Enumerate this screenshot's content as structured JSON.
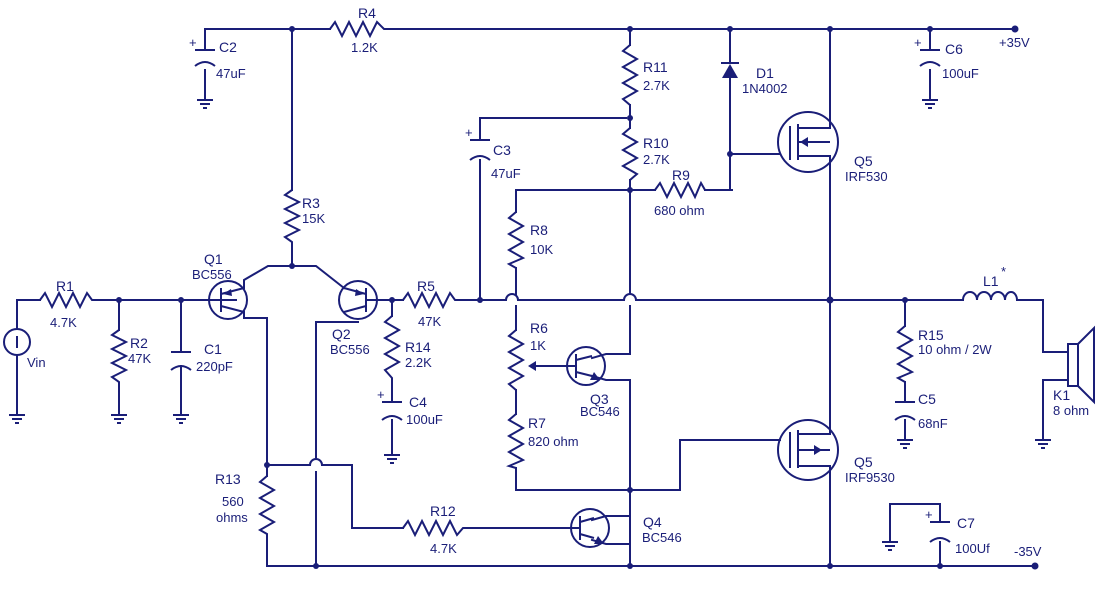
{
  "components": {
    "R1": {
      "name": "R1",
      "value": "4.7K"
    },
    "R2": {
      "name": "R2",
      "value": "47K"
    },
    "C1": {
      "name": "C1",
      "value": "220pF"
    },
    "Q1": {
      "name": "Q1",
      "value": "BC556"
    },
    "R3": {
      "name": "R3",
      "value": "15K"
    },
    "R4": {
      "name": "R4",
      "value": "1.2K"
    },
    "C2": {
      "name": "C2",
      "value": "47uF"
    },
    "Q2": {
      "name": "Q2",
      "value": "BC556"
    },
    "R5": {
      "name": "R5",
      "value": "47K"
    },
    "R14": {
      "name": "R14",
      "value": "2.2K"
    },
    "C4": {
      "name": "C4",
      "value": "100uF"
    },
    "R13": {
      "name": "R13",
      "value": "560",
      "value2": "ohms"
    },
    "R12": {
      "name": "R12",
      "value": "4.7K"
    },
    "C3": {
      "name": "C3",
      "value": "47uF"
    },
    "R8": {
      "name": "R8",
      "value": "10K"
    },
    "R6": {
      "name": "R6",
      "value": "1K"
    },
    "R7": {
      "name": "R7",
      "value": "820 ohm"
    },
    "R11": {
      "name": "R11",
      "value": "2.7K"
    },
    "R10": {
      "name": "R10",
      "value": "2.7K"
    },
    "R9": {
      "name": "R9",
      "value": "680 ohm"
    },
    "D1": {
      "name": "D1",
      "value": "1N4002"
    },
    "Q3": {
      "name": "Q3",
      "value": "BC546"
    },
    "Q4": {
      "name": "Q4",
      "value": "BC546"
    },
    "Q5_top": {
      "name": "Q5",
      "value": "IRF530"
    },
    "Q5_bottom": {
      "name": "Q5",
      "value": "IRF9530"
    },
    "C6": {
      "name": "C6",
      "value": "100uF"
    },
    "C7": {
      "name": "C7",
      "value": "100Uf"
    },
    "R15": {
      "name": "R15",
      "value": "10 ohm / 2W"
    },
    "C5": {
      "name": "C5",
      "value": "68nF"
    },
    "L1": {
      "name": "L1",
      "mark": "*"
    },
    "K1": {
      "name": "K1",
      "value": "8 ohm"
    }
  },
  "rails": {
    "positive": "+35V",
    "negative": "-35V"
  },
  "input": {
    "label": "Vin"
  },
  "capacitor_polarity": "+",
  "colors": {
    "ink": "#1a1e78",
    "background": "#ffffff"
  }
}
